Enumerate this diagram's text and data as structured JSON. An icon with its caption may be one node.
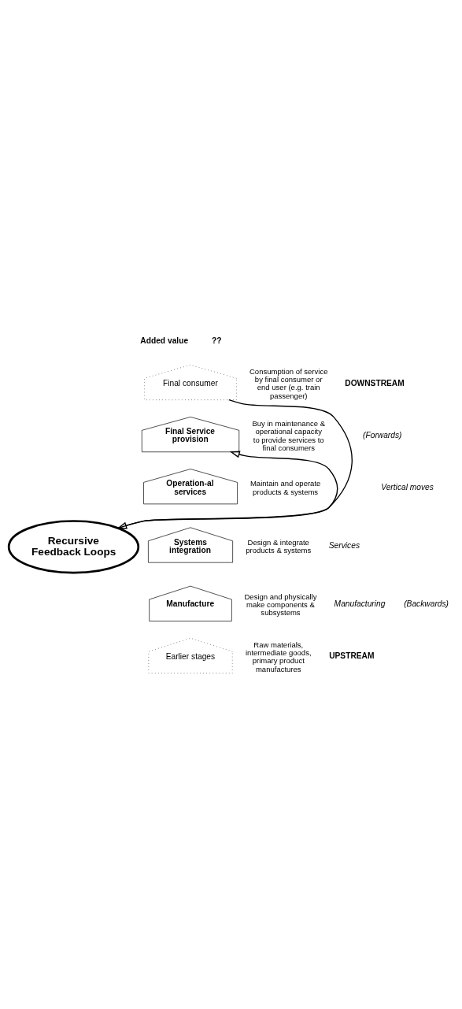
{
  "diagram": {
    "nodes": [
      {
        "text": [
          "Earlier stages"
        ],
        "beside": [
          "Raw materials, intermediate goods, primary product manufactures"
        ]
      },
      {
        "text": [
          "Manufacture"
        ],
        "beside": [
          "Design and physically make components & subsystems"
        ]
      },
      {
        "text": [
          "Systems integration"
        ],
        "beside": [
          "Design & integrate products & systems"
        ]
      },
      {
        "text": [
          "Operation-al services"
        ],
        "beside": [
          "Maintain and operate products & systems"
        ]
      },
      {
        "text": [
          "Final Service provision"
        ],
        "beside": [
          "Buy in maintenance & operational capacity to provide services to final consumers"
        ]
      },
      {
        "text": [
          "Final consumer"
        ],
        "beside": [
          "Consumption of service by final consumer or end user (e.g. train passenger)"
        ]
      },
      {
        "text": [
          "Recursive Feedback Loops"
        ]
      }
    ],
    "edges": [
      {
        "from": 5,
        "to": 6,
        "arrow": "to"
      },
      {
        "from": 6,
        "to": 4,
        "arrow": "to"
      }
    ],
    "labels": [
      "Added value",
      "??",
      "DOWNSTREAM",
      "(Forwards)",
      "Vertical moves",
      "Services",
      "Manufacturing",
      "(Backwards)",
      "UPSTREAM"
    ]
  }
}
